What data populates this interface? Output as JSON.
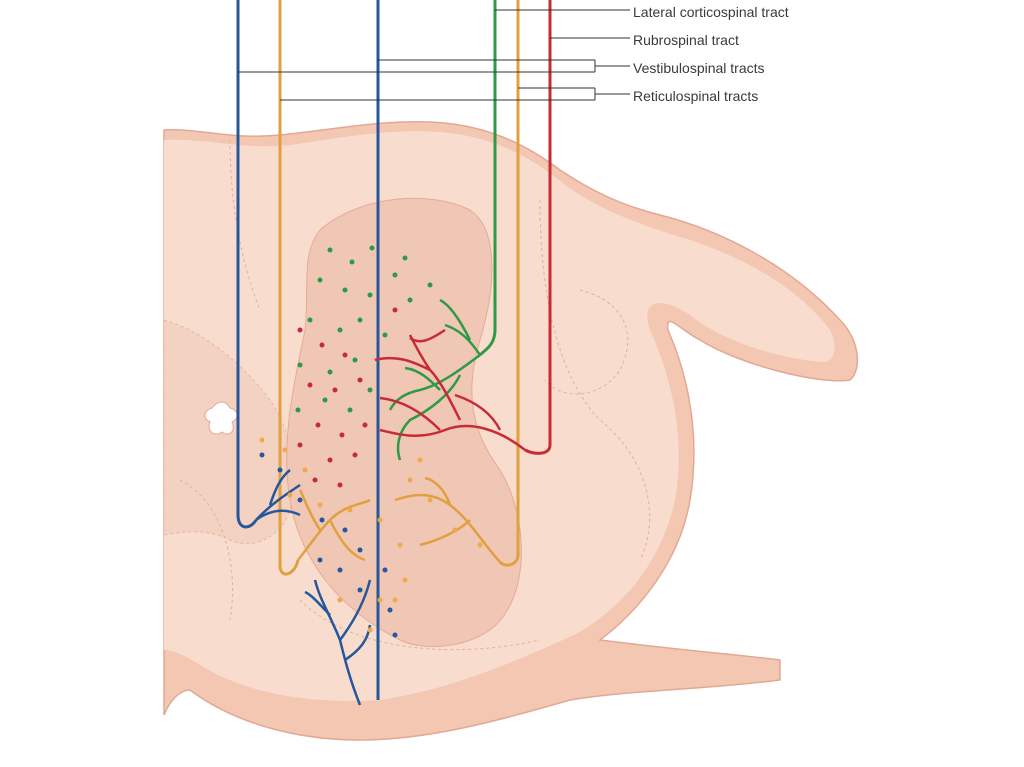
{
  "labels": [
    "Lateral corticospinal tract",
    "Rubrospinal tract",
    "Vestibulospinal tracts",
    "Reticulospinal tracts"
  ],
  "colors": {
    "background": "#ffffff",
    "cord_outer": "#f3c7b2",
    "cord_inner": "#f8dccd",
    "grey_matter": "#f2cfbd",
    "nucleus": "#e9b8a6",
    "corticospinal": "#2f9a46",
    "rubrospinal": "#c82b35",
    "vestibulospinal": "#25579a",
    "reticulospinal": "#e0a040",
    "reticulospinal_dot": "#f0a84c"
  }
}
